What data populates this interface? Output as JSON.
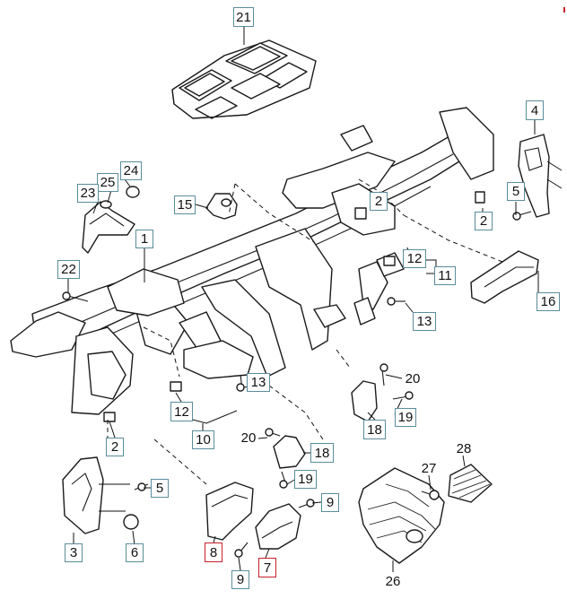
{
  "callouts": [
    {
      "id": "c21",
      "label": "21",
      "style": "boxed"
    },
    {
      "id": "c4",
      "label": "4",
      "style": "boxed"
    },
    {
      "id": "c24",
      "label": "24",
      "style": "boxed"
    },
    {
      "id": "c25",
      "label": "25",
      "style": "boxed"
    },
    {
      "id": "c23",
      "label": "23",
      "style": "boxed"
    },
    {
      "id": "c15",
      "label": "15",
      "style": "boxed"
    },
    {
      "id": "c2a",
      "label": "2",
      "style": "boxed"
    },
    {
      "id": "c5a",
      "label": "5",
      "style": "boxed"
    },
    {
      "id": "c2b",
      "label": "2",
      "style": "boxed"
    },
    {
      "id": "c1",
      "label": "1",
      "style": "boxed"
    },
    {
      "id": "c12a",
      "label": "12",
      "style": "boxed"
    },
    {
      "id": "c22",
      "label": "22",
      "style": "boxed"
    },
    {
      "id": "c11",
      "label": "11",
      "style": "boxed"
    },
    {
      "id": "c16",
      "label": "16",
      "style": "boxed"
    },
    {
      "id": "c13a",
      "label": "13",
      "style": "boxed"
    },
    {
      "id": "c13b",
      "label": "13",
      "style": "boxed"
    },
    {
      "id": "c20a",
      "label": "20",
      "style": "plain"
    },
    {
      "id": "c12b",
      "label": "12",
      "style": "boxed"
    },
    {
      "id": "c19a",
      "label": "19",
      "style": "boxed"
    },
    {
      "id": "c10",
      "label": "10",
      "style": "boxed"
    },
    {
      "id": "c18",
      "label": "18",
      "style": "boxed"
    },
    {
      "id": "c20b",
      "label": "20",
      "style": "plain"
    },
    {
      "id": "c2c",
      "label": "2",
      "style": "boxed"
    },
    {
      "id": "c28",
      "label": "28",
      "style": "plain"
    },
    {
      "id": "c19b",
      "label": "19",
      "style": "boxed"
    },
    {
      "id": "c27",
      "label": "27",
      "style": "plain"
    },
    {
      "id": "c5b",
      "label": "5",
      "style": "boxed"
    },
    {
      "id": "c9a",
      "label": "9",
      "style": "boxed"
    },
    {
      "id": "c3",
      "label": "3",
      "style": "boxed"
    },
    {
      "id": "c6",
      "label": "6",
      "style": "boxed"
    },
    {
      "id": "c8",
      "label": "8",
      "style": "hl"
    },
    {
      "id": "c7",
      "label": "7",
      "style": "hl"
    },
    {
      "id": "c9b",
      "label": "9",
      "style": "boxed"
    },
    {
      "id": "c26",
      "label": "26",
      "style": "plain"
    }
  ],
  "colors": {
    "callout_border": "#5a8d9a",
    "highlight_border": "#c8202a",
    "line": "#1a1a1a"
  }
}
